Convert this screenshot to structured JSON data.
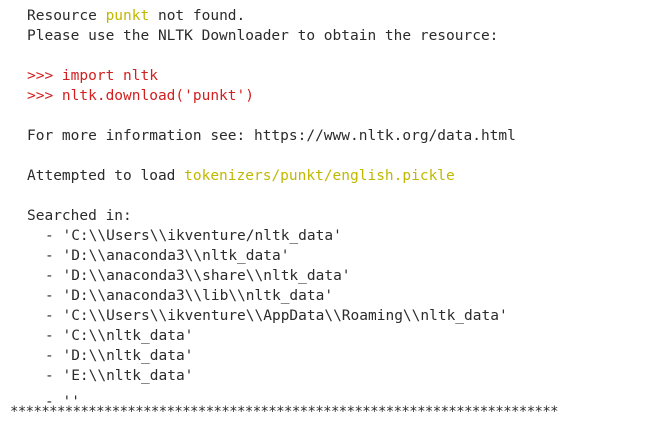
{
  "error": {
    "l1_prefix": "Resource ",
    "l1_resource": "punkt",
    "l1_suffix": " not found.",
    "l2": "Please use the NLTK Downloader to obtain the resource:",
    "cmd1": ">>> import nltk",
    "cmd2": ">>> nltk.download('punkt')",
    "info": "For more information see: https://www.nltk.org/data.html",
    "attempt_prefix": "Attempted to load ",
    "attempt_path": "tokenizers/punkt/english.pickle",
    "searched_label": "Searched in:",
    "paths": [
      "- 'C:\\\\Users\\\\ikventure/nltk_data'",
      "- 'D:\\\\anaconda3\\\\nltk_data'",
      "- 'D:\\\\anaconda3\\\\share\\\\nltk_data'",
      "- 'D:\\\\anaconda3\\\\lib\\\\nltk_data'",
      "- 'C:\\\\Users\\\\ikventure\\\\AppData\\\\Roaming\\\\nltk_data'",
      "- 'C:\\\\nltk_data'",
      "- 'D:\\\\nltk_data'",
      "- 'E:\\\\nltk_data'"
    ],
    "last_path_partial": "- ''",
    "separator": "**********************************************************************"
  },
  "colors": {
    "text": "#2b2b2b",
    "highlight": "#c0b800",
    "command": "#d21f1f",
    "background": "#ffffff"
  }
}
